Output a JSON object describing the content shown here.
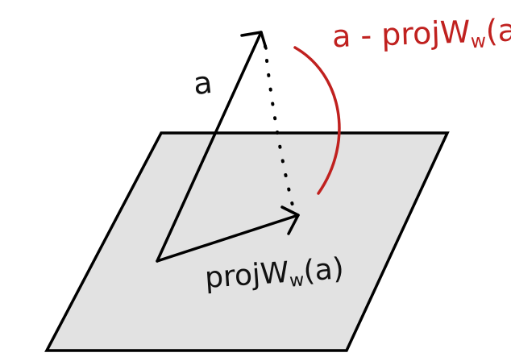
{
  "labels": {
    "a": "a",
    "proj": {
      "prefix": "projW",
      "subscript": "w",
      "arg": "(a)"
    },
    "difference": {
      "prefix": "a - projW",
      "subscript": "w",
      "arg": "(a)"
    }
  },
  "colors": {
    "ink": "#111111",
    "annotation": "#c0211f",
    "plane_fill": "#e2e2e2"
  },
  "icons": {
    "plane": "parallelogram-plane",
    "vector_a": "arrow",
    "projection": "arrow",
    "difference": "dotted-line",
    "bracket": "red-arc"
  }
}
